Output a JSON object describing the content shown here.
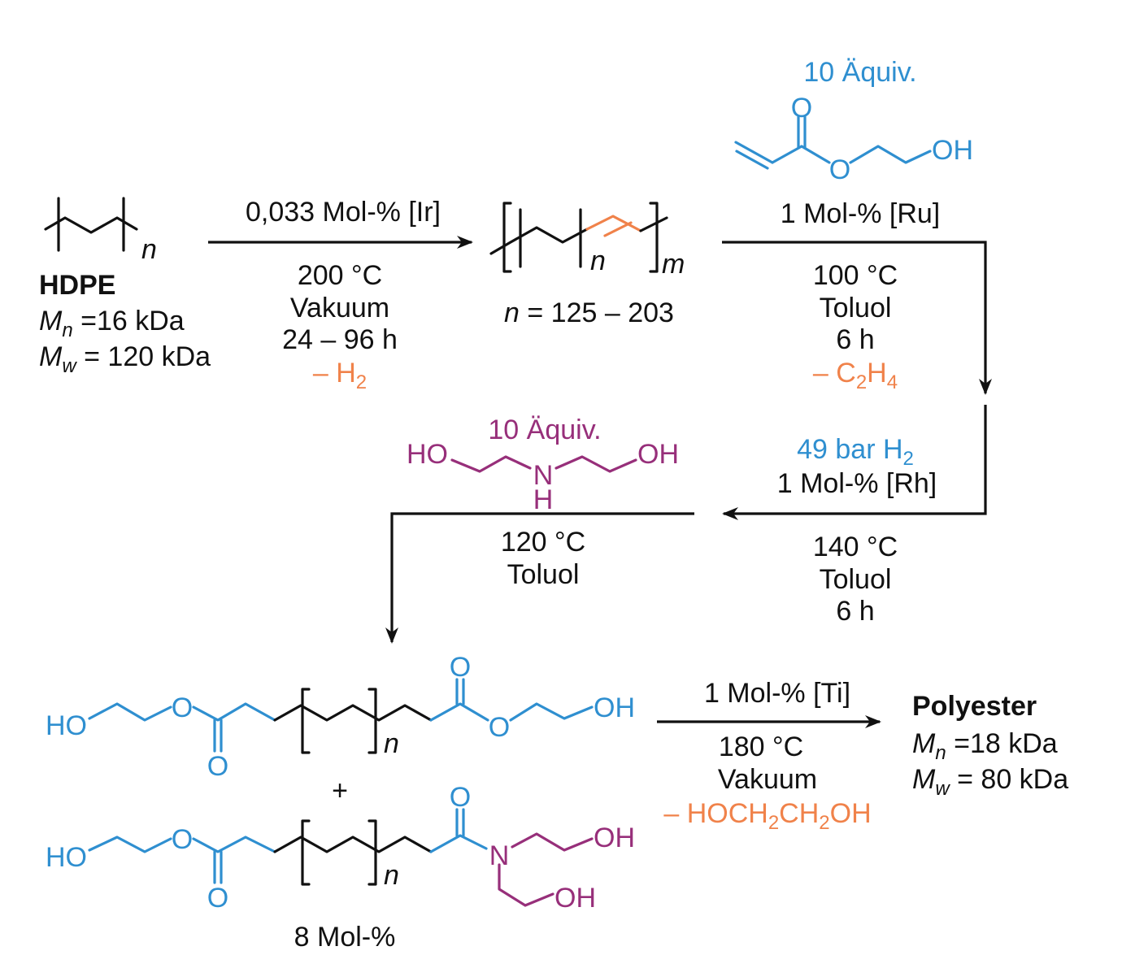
{
  "colors": {
    "black": "#111111",
    "blue": "#2f8fd0",
    "orange": "#f0824a",
    "purple": "#972f7a"
  },
  "hdpe": {
    "subscript_n": "n",
    "name": "HDPE",
    "mn_symbol": "M",
    "mn_sub": "n",
    "mn_value": " =16 kDa",
    "mw_symbol": "M",
    "mw_sub": "w",
    "mw_value": " = 120 kDa"
  },
  "step1": {
    "catalyst": "0,033 Mol-% [Ir]",
    "temperature": "200 °C",
    "condition": "Vakuum",
    "time": "24 – 96 h",
    "byproduct_prefix": "– H",
    "byproduct_sub": "2"
  },
  "intermediate": {
    "subscript_n": "n",
    "subscript_m": "m",
    "range_var": "n",
    "range_value": " = 125 – 203"
  },
  "step2": {
    "equiv": "10 Äquiv.",
    "reagent_o": "O",
    "reagent_ester_o": "O",
    "reagent_oh": "OH",
    "catalyst": "1 Mol-% [Ru]",
    "temperature": "100 °C",
    "solvent": "Toluol",
    "time": "6 h",
    "byproduct_prefix": "– C",
    "byproduct_sub1": "2",
    "byproduct_mid": "H",
    "byproduct_sub2": "4"
  },
  "step3": {
    "hydrogen_prefix": "49 bar H",
    "hydrogen_sub": "2",
    "catalyst": "1 Mol-% [Rh]",
    "temperature": "140 °C",
    "solvent": "Toluol",
    "time": "6 h"
  },
  "step4": {
    "equiv": "10 Äquiv.",
    "reagent_ho": "HO",
    "reagent_n": "N",
    "reagent_h": "H",
    "reagent_oh": "OH",
    "temperature": "120 °C",
    "solvent": "Toluol"
  },
  "products": {
    "ester_ho": "HO",
    "ester_o1": "O",
    "ester_o2": "O",
    "ester_o3": "O",
    "ester_o4": "O",
    "ester_oh": "OH",
    "ester_n": "n",
    "plus": "+",
    "amide_ho": "HO",
    "amide_o1": "O",
    "amide_o2": "O",
    "amide_o3": "O",
    "amide_n_atom": "N",
    "amide_oh1": "OH",
    "amide_oh2": "OH",
    "amide_n": "n",
    "amide_fraction": "8 Mol-%"
  },
  "step5": {
    "catalyst": "1 Mol-% [Ti]",
    "temperature": "180 °C",
    "condition": "Vakuum",
    "byproduct_p1": "– HOCH",
    "byproduct_s1": "2",
    "byproduct_p2": "CH",
    "byproduct_s2": "2",
    "byproduct_p3": "OH"
  },
  "polyester": {
    "name": "Polyester",
    "mn_symbol": "M",
    "mn_sub": "n",
    "mn_value": " =18 kDa",
    "mw_symbol": "M",
    "mw_sub": "w",
    "mw_value": " = 80 kDa"
  }
}
